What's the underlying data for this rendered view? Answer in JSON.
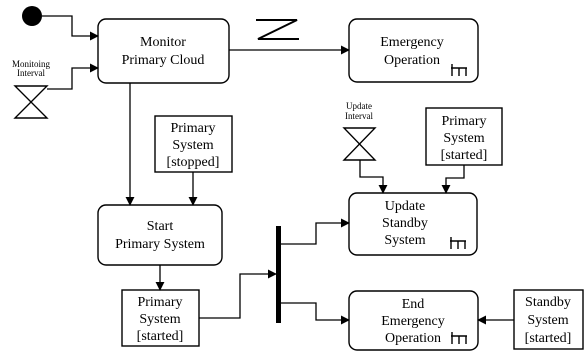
{
  "colors": {
    "stroke": "#000000",
    "fill": "#ffffff",
    "ink": "#000000"
  },
  "timer_labels": {
    "monitoring_interval": [
      "Monitoing",
      "Interval"
    ],
    "update_interval": [
      "Update",
      "Interval"
    ]
  },
  "actions": {
    "monitor": [
      "Monitor",
      "Primary Cloud"
    ],
    "emergency": [
      "Emergency",
      "Operation"
    ],
    "start_primary": [
      "Start",
      "Primary System"
    ],
    "update_standby": [
      "Update",
      "Standby",
      "System"
    ],
    "end_emergency": [
      "End",
      "Emergency",
      "Operation"
    ]
  },
  "objects": {
    "primary_stopped": [
      "Primary",
      "System",
      "[stopped]"
    ],
    "primary_started_top": [
      "Primary",
      "System",
      "[started]"
    ],
    "primary_started_bottom": [
      "Primary",
      "System",
      "[started]"
    ],
    "standby_started": [
      "Standby",
      "System",
      "[started]"
    ]
  },
  "icons": {
    "initial_node": "initial-node-icon",
    "time_event": "hourglass-icon",
    "call_behavior": "rake-icon",
    "interrupt": "lightning-icon",
    "fork": "fork-bar-icon"
  }
}
